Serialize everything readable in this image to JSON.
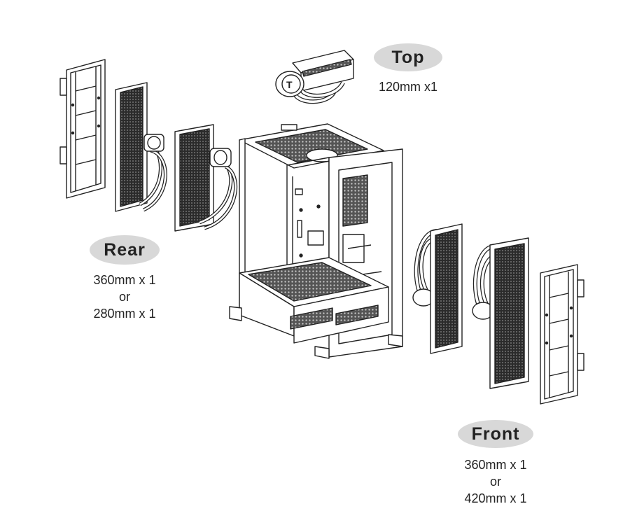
{
  "top": {
    "label": "Top",
    "specs": [
      "120mm x1"
    ]
  },
  "rear": {
    "label": "Rear",
    "specs": [
      "360mm x 1",
      "or",
      "280mm x 1"
    ]
  },
  "front": {
    "label": "Front",
    "specs": [
      "360mm x 1",
      "or",
      "420mm x 1"
    ]
  }
}
